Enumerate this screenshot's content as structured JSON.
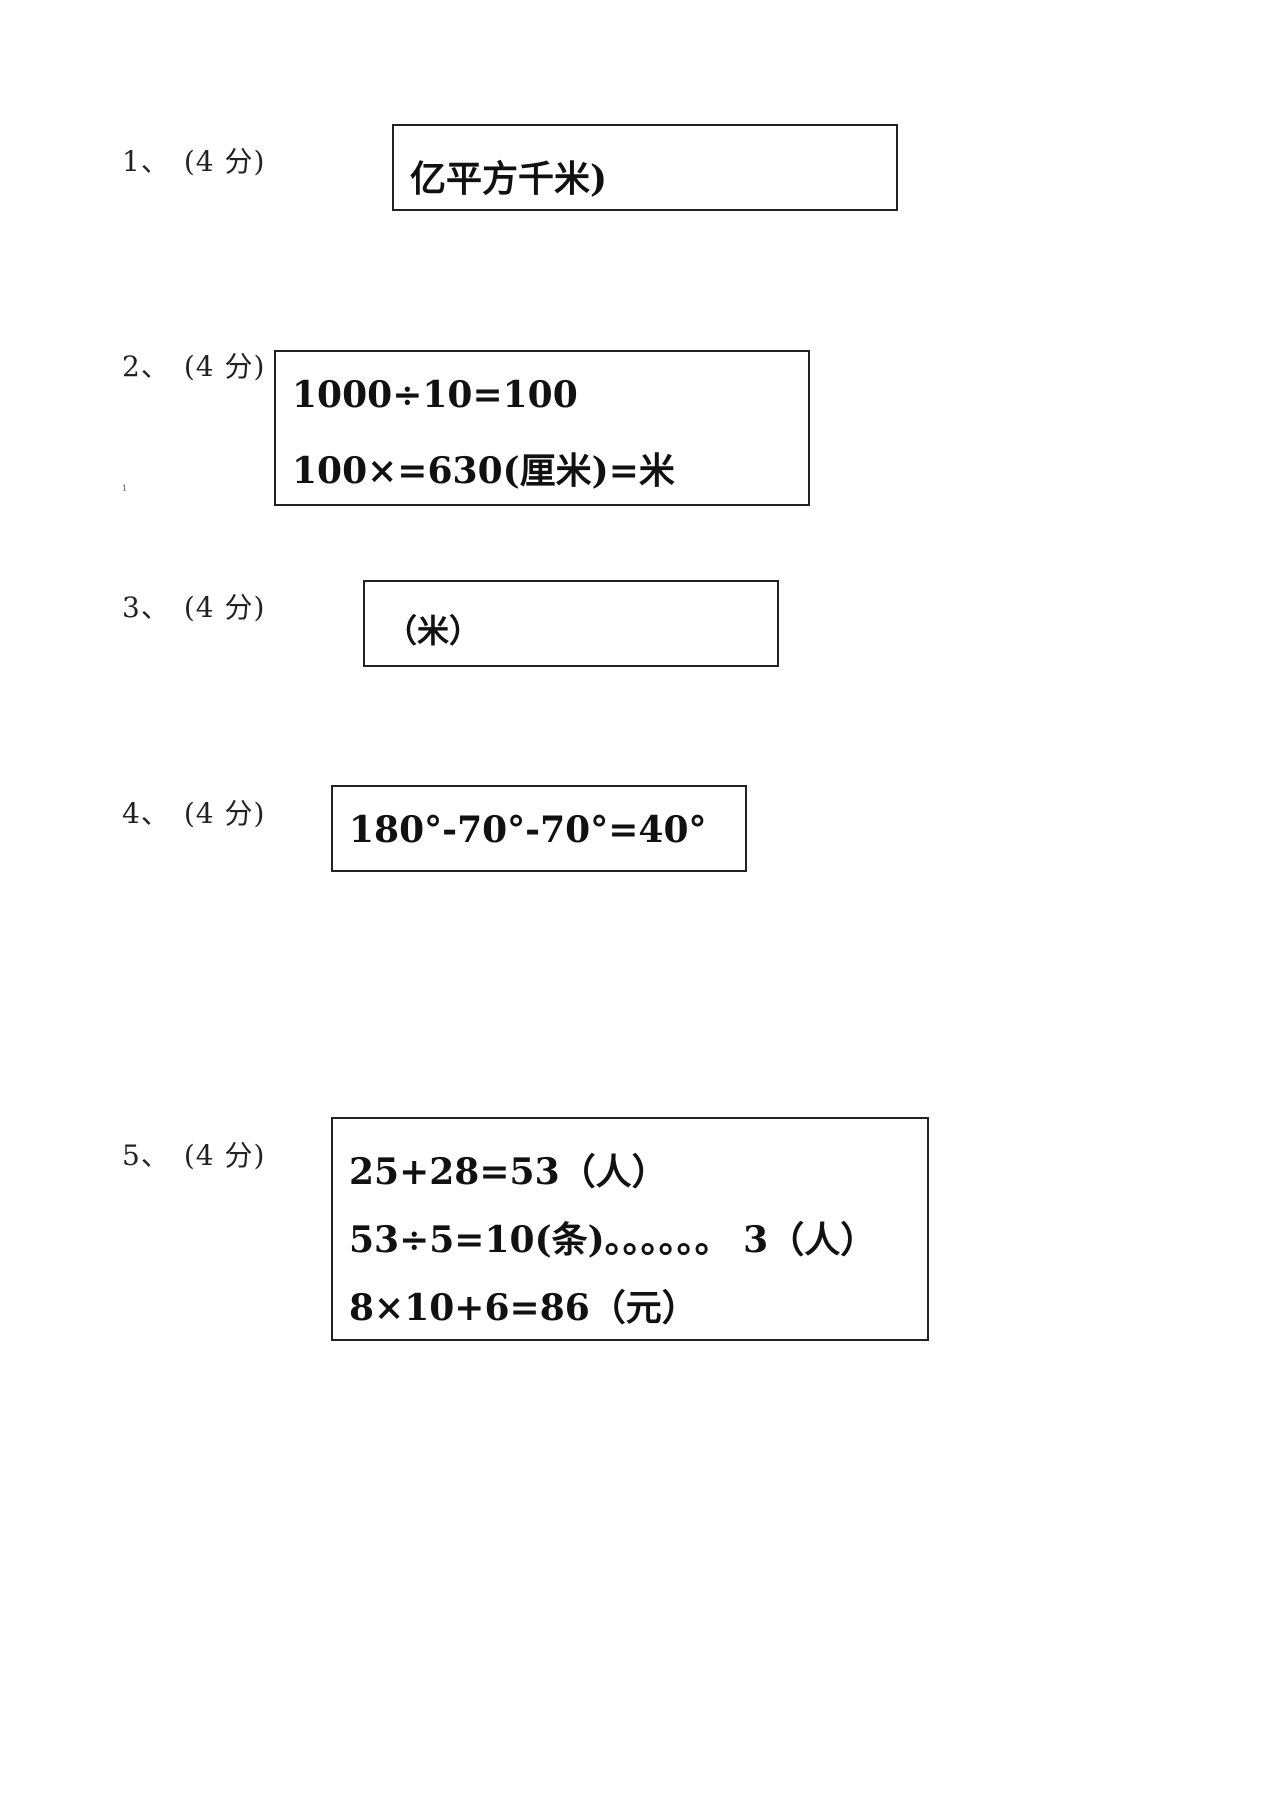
{
  "questions": [
    {
      "number": "1、",
      "score": "(4 分)",
      "answers": [
        "亿平方千米)"
      ]
    },
    {
      "number": "2、",
      "score": "(4 分)",
      "answers": [
        "1000÷10=100",
        "100×=630(厘米)=米"
      ]
    },
    {
      "number": "3、",
      "score": "(4 分)",
      "answers": [
        "（米）"
      ]
    },
    {
      "number": "4、",
      "score": "(4 分)",
      "answers": [
        "180°-70°-70°=40°"
      ]
    },
    {
      "number": "5、",
      "score": "(4 分)",
      "answers": [
        "25+28=53（人）",
        "53÷5=10(条)。。。。。。 3（人）",
        "8×10+6=86（元）"
      ]
    }
  ],
  "stray_mark": "1"
}
